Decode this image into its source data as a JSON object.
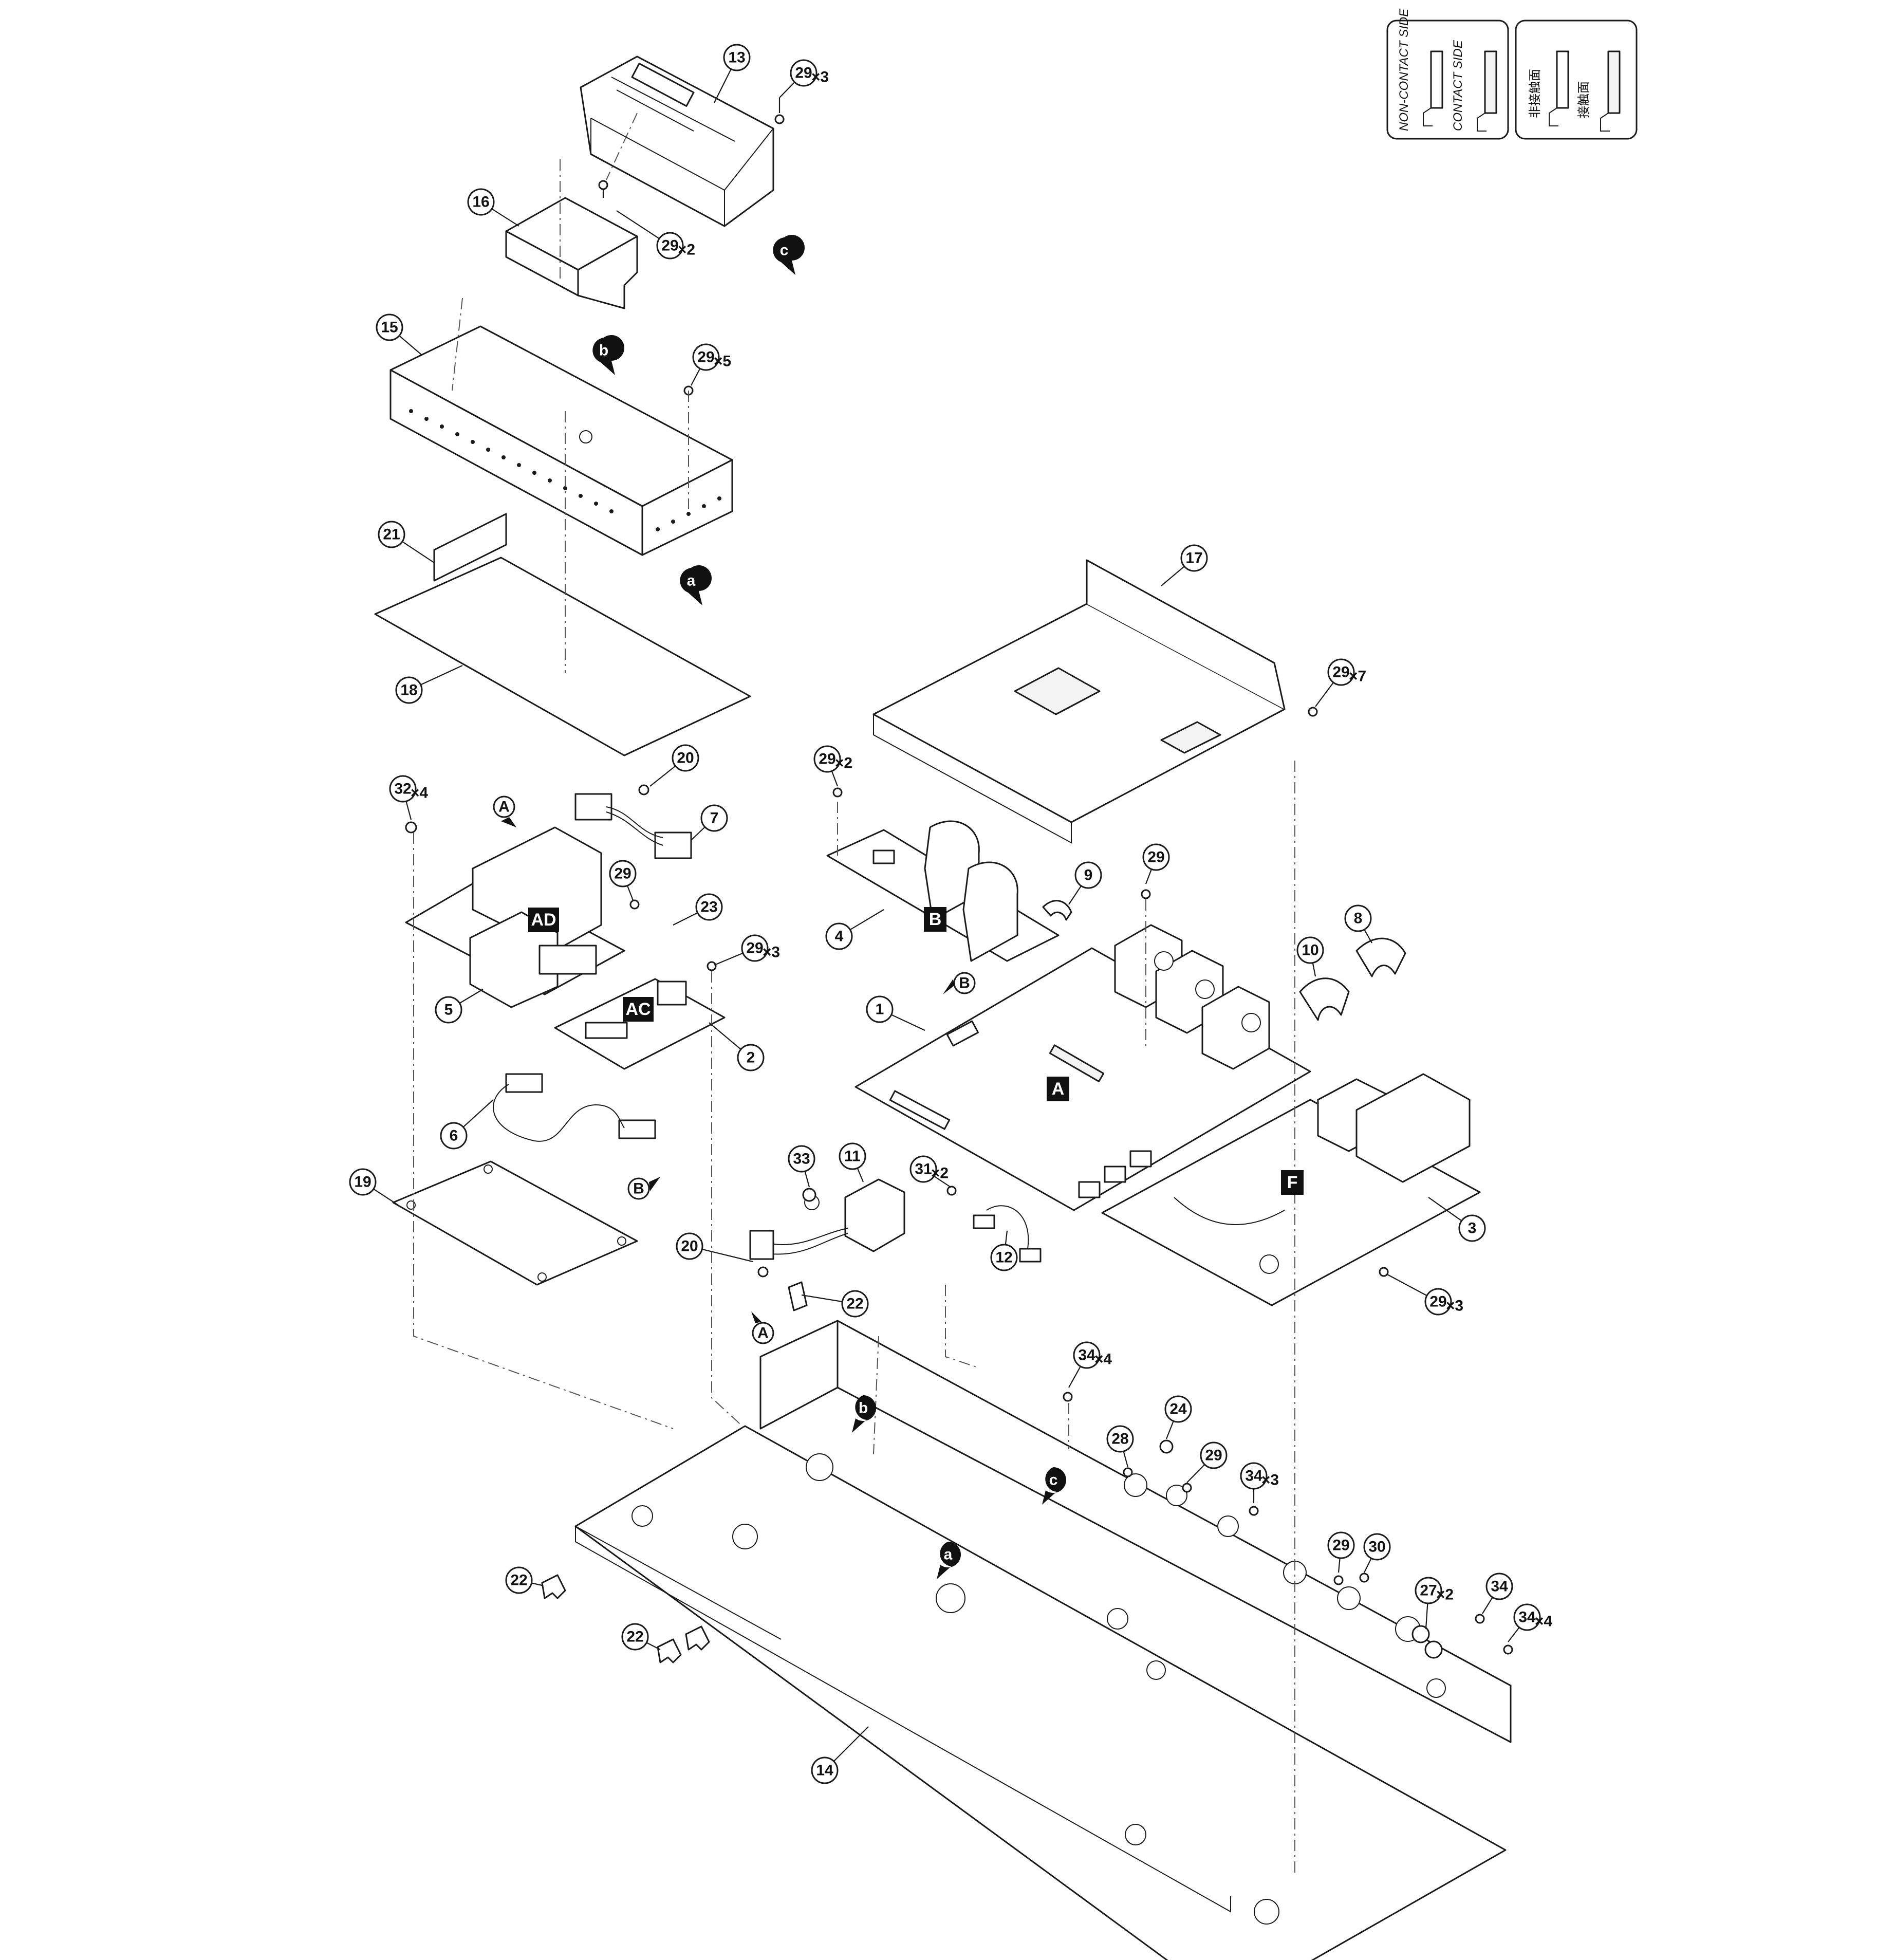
{
  "legend": {
    "en_non_contact": "NON-CONTACT SIDE",
    "en_contact": "CONTACT SIDE",
    "jp_non_contact": "非接触面",
    "jp_contact": "接触面"
  },
  "callouts": [
    {
      "label": "13"
    },
    {
      "label": "29",
      "qty": "×3"
    },
    {
      "label": "16"
    },
    {
      "label": "29",
      "qty": "×2"
    },
    {
      "label": "15"
    },
    {
      "label": "29",
      "qty": "×5"
    },
    {
      "label": "21"
    },
    {
      "label": "18"
    },
    {
      "label": "17"
    },
    {
      "label": "29",
      "qty": "×7"
    },
    {
      "label": "32",
      "qty": "×4"
    },
    {
      "label": "20"
    },
    {
      "label": "7"
    },
    {
      "label": "29"
    },
    {
      "label": "23"
    },
    {
      "label": "29",
      "qty": "×3"
    },
    {
      "label": "5"
    },
    {
      "label": "2"
    },
    {
      "label": "29",
      "qty": "×2"
    },
    {
      "label": "4"
    },
    {
      "label": "9"
    },
    {
      "label": "29"
    },
    {
      "label": "10"
    },
    {
      "label": "8"
    },
    {
      "label": "1"
    },
    {
      "label": "6"
    },
    {
      "label": "19"
    },
    {
      "label": "33"
    },
    {
      "label": "11"
    },
    {
      "label": "31",
      "qty": "×2"
    },
    {
      "label": "12"
    },
    {
      "label": "3"
    },
    {
      "label": "20"
    },
    {
      "label": "22"
    },
    {
      "label": "29",
      "qty": "×3"
    },
    {
      "label": "34",
      "qty": "×4"
    },
    {
      "label": "24"
    },
    {
      "label": "28"
    },
    {
      "label": "29"
    },
    {
      "label": "34",
      "qty": "×3"
    },
    {
      "label": "29"
    },
    {
      "label": "30"
    },
    {
      "label": "27",
      "qty": "×2"
    },
    {
      "label": "34"
    },
    {
      "label": "34",
      "qty": "×4"
    },
    {
      "label": "22"
    },
    {
      "label": "22"
    },
    {
      "label": "14"
    }
  ],
  "boards": [
    "AD",
    "AC",
    "B",
    "A",
    "F"
  ],
  "pins": [
    "c",
    "b",
    "a",
    "b",
    "c",
    "a"
  ],
  "connectors": [
    "A",
    "B",
    "B",
    "A"
  ]
}
